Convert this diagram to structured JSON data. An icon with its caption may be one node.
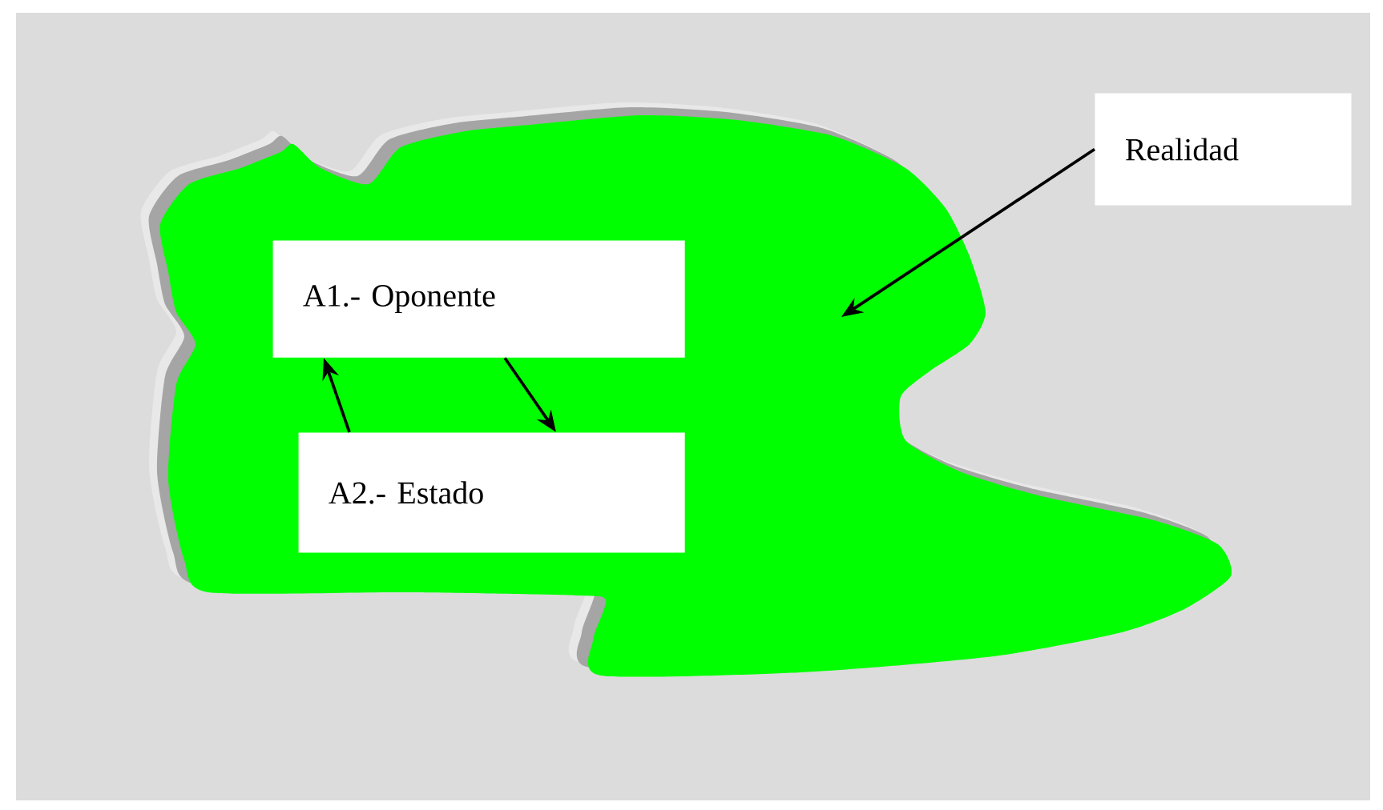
{
  "diagram": {
    "nodes": [
      {
        "text": [],
        "shape": "cloud"
      },
      {
        "text": [
          "A1.-  Oponente"
        ],
        "in": 0
      },
      {
        "text": [
          "A2.-  Estado"
        ],
        "in": 0
      },
      {
        "text": [
          "Realidad"
        ]
      }
    ],
    "edges": [
      {
        "from": 3,
        "to": 0,
        "arrow": "to"
      },
      {
        "from": 1,
        "to": 2,
        "arrow": "to"
      },
      {
        "from": 2,
        "to": 1,
        "arrow": "to"
      }
    ]
  }
}
